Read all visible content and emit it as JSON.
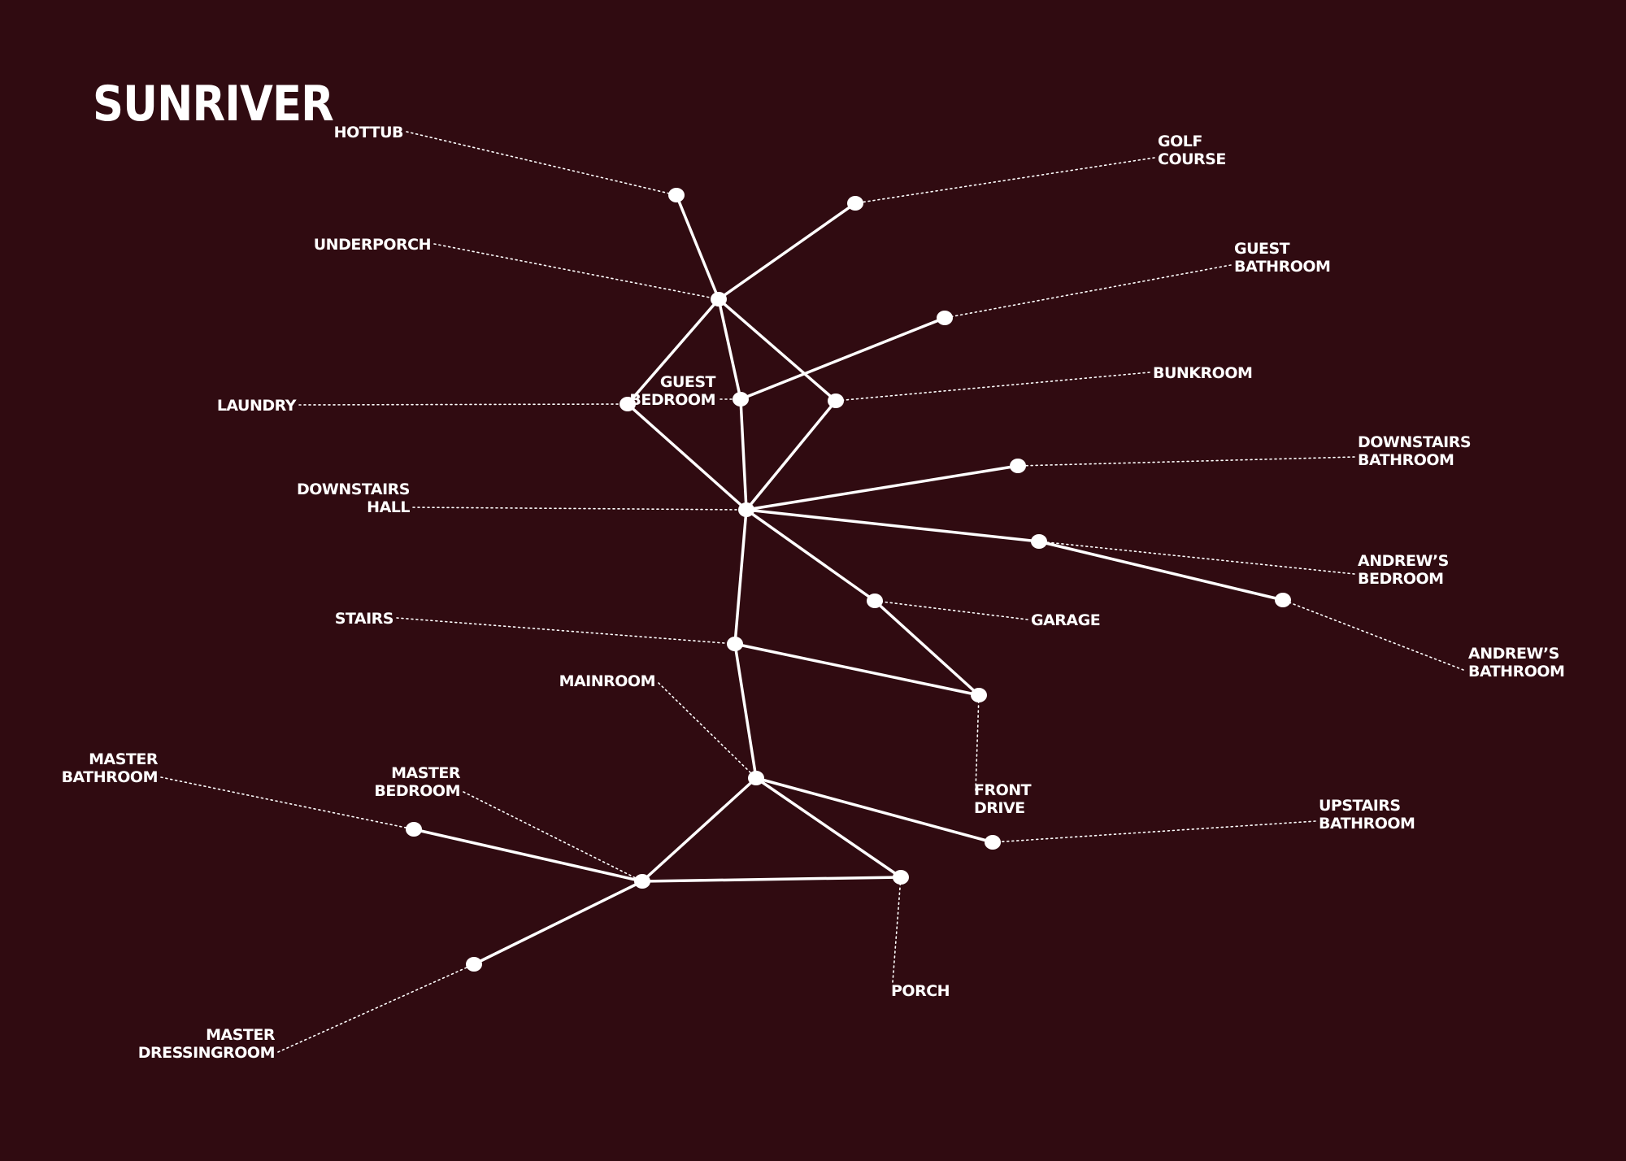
{
  "title": "SUNRIVER",
  "colors": {
    "background": "#300b11",
    "foreground": "#ffffff"
  },
  "rooms": [
    {
      "id": "hottub",
      "label": [
        "HOTTUB"
      ]
    },
    {
      "id": "golf-course",
      "label": [
        "GOLF",
        "COURSE"
      ]
    },
    {
      "id": "underporch",
      "label": [
        "UNDERPORCH"
      ]
    },
    {
      "id": "guest-bathroom",
      "label": [
        "GUEST",
        "BATHROOM"
      ]
    },
    {
      "id": "laundry",
      "label": [
        "LAUNDRY"
      ]
    },
    {
      "id": "guest-bedroom",
      "label": [
        "GUEST",
        "BEDROOM"
      ]
    },
    {
      "id": "bunkroom",
      "label": [
        "BUNKROOM"
      ]
    },
    {
      "id": "downstairs-bathroom",
      "label": [
        "DOWNSTAIRS",
        "BATHROOM"
      ]
    },
    {
      "id": "downstairs-hall",
      "label": [
        "DOWNSTAIRS",
        "HALL"
      ]
    },
    {
      "id": "andrews-bedroom",
      "label": [
        "ANDREW’S",
        "BEDROOM"
      ]
    },
    {
      "id": "andrews-bathroom",
      "label": [
        "ANDREW’S",
        "BATHROOM"
      ]
    },
    {
      "id": "garage",
      "label": [
        "GARAGE"
      ]
    },
    {
      "id": "stairs",
      "label": [
        "STAIRS"
      ]
    },
    {
      "id": "front-drive",
      "label": [
        "FRONT",
        "DRIVE"
      ]
    },
    {
      "id": "mainroom",
      "label": [
        "MAINROOM"
      ]
    },
    {
      "id": "master-bathroom",
      "label": [
        "MASTER",
        "BATHROOM"
      ]
    },
    {
      "id": "master-bedroom",
      "label": [
        "MASTER",
        "BEDROOM"
      ]
    },
    {
      "id": "upstairs-bathroom",
      "label": [
        "UPSTAIRS",
        "BATHROOM"
      ]
    },
    {
      "id": "porch",
      "label": [
        "PORCH"
      ]
    },
    {
      "id": "master-dressingroom",
      "label": [
        "MASTER",
        "DRESSINGROOM"
      ]
    }
  ],
  "connections": [
    [
      "hottub",
      "underporch"
    ],
    [
      "golf-course",
      "underporch"
    ],
    [
      "underporch",
      "laundry"
    ],
    [
      "underporch",
      "guest-bedroom"
    ],
    [
      "underporch",
      "bunkroom"
    ],
    [
      "guest-bedroom",
      "guest-bathroom"
    ],
    [
      "laundry",
      "downstairs-hall"
    ],
    [
      "guest-bedroom",
      "downstairs-hall"
    ],
    [
      "bunkroom",
      "downstairs-hall"
    ],
    [
      "downstairs-hall",
      "downstairs-bathroom"
    ],
    [
      "downstairs-hall",
      "andrews-bedroom"
    ],
    [
      "andrews-bedroom",
      "andrews-bathroom"
    ],
    [
      "downstairs-hall",
      "garage"
    ],
    [
      "downstairs-hall",
      "stairs"
    ],
    [
      "garage",
      "front-drive"
    ],
    [
      "stairs",
      "front-drive"
    ],
    [
      "stairs",
      "mainroom"
    ],
    [
      "mainroom",
      "upstairs-bathroom"
    ],
    [
      "mainroom",
      "master-bedroom"
    ],
    [
      "mainroom",
      "porch"
    ],
    [
      "master-bedroom",
      "master-bathroom"
    ],
    [
      "master-bedroom",
      "porch"
    ],
    [
      "master-bedroom",
      "master-dressingroom"
    ]
  ]
}
